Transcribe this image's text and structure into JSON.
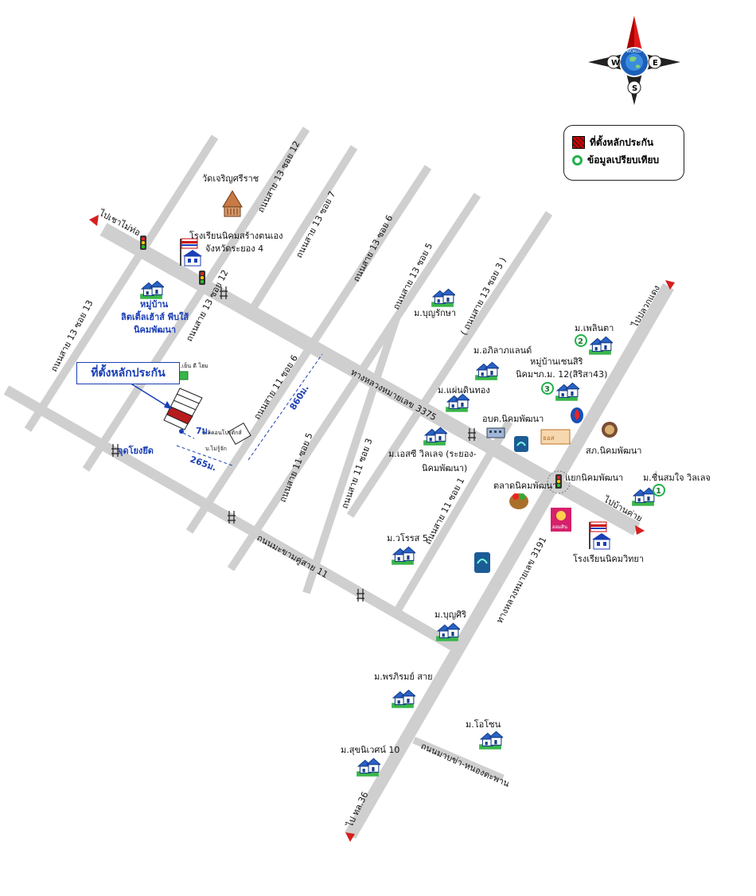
{
  "compass": {
    "n": "",
    "e": "E",
    "s": "S",
    "w": "W",
    "globe_text": "WORLD VALUATION"
  },
  "legend": {
    "subject_label": "ที่ตั้งหลักประกัน",
    "comparable_label": "ข้อมูลเปรียบเทียบ",
    "subject_color": "#cc0000",
    "comparable_color": "#22b24c"
  },
  "subject_box": "ที่ตั้งหลักประกัน",
  "distances": {
    "d1": "7ม.",
    "d2": "265ม.",
    "d3": "860ม."
  },
  "directions": {
    "nw": "ไปเชาไม่ท่อ",
    "ne": "ไปปลวกแดง",
    "e": "ไปบ้านค่าย",
    "s": "ไป ทล.36"
  },
  "roads": {
    "r1": "ถนนสาย 13 ซอย 13",
    "r2": "ถนนสาย 13 ซอย 12",
    "r3": "ถนนสาย 13 ซอย 12",
    "r4": "ถนนสาย 13 ซอย 7",
    "r5": "ถนนสาย 13 ซอย 6",
    "r6": "ถนนสาย 13 ซอย 5",
    "r7": "( ถนนสาย 13 ซอย 3 )",
    "r8": "ทางหลวงหมายเลข 3375",
    "r9": "ถนนสาย 11 ซอย 6",
    "r10": "ถนนสาย 11 ซอย 5",
    "r11": "ถนนสาย 11 ซอย 3",
    "r12": "ถนนสาย 11 ซอย 1",
    "r13": "ถนนมะขามคู่สาย 11",
    "r14": "ทางหลวงหมายเลข 3191",
    "r15": "ถนนมาบข่า-หนองตะพาน"
  },
  "places": {
    "temple": "วัดเจริญศรีราช",
    "school1_a": "โรงเรียนนิคมสร้างตนเอง",
    "school1_b": "จังหวัดระยอง  4",
    "village1_a": "หมู่บ้าน",
    "village1_b": "ลิตเติ้ลเฮ้าส์ พีบใส้",
    "village1_c": "นิคมพัฒนา",
    "boonrak": "ม.บุญรักษา",
    "apilaland": "ม.อภิลาภแลนด์",
    "plearn": "ม.เพลินตา",
    "senasiri_a": "หมู่บ้านเซนสิริ",
    "senasiri_b": "นิคมฯภ.ม. 12(สิริสา43)",
    "paenthong": "ม.แผ่นดินทอง",
    "obt": "อบต.นิคมพัฒนา",
    "s_village_a": "ม.เอสซี วิลเลจ (ระยอง-",
    "s_village_b": "นิคมพัฒนา)",
    "police": "สภ.นิคมพัฒนา",
    "junction": "แยกนิคมพัฒนา",
    "cheunsomjai": "ม.ชื่นสมใจ วิลเลจ",
    "market": "ตลาดนิคมพัฒนา",
    "school2": "โรงเรียนนิคมวิทยา",
    "worarot": "ม.วโรรส 5",
    "boonsiri": "ม.บุญศิริ",
    "pornpirom": "ม.พรภิรมย์ สาย",
    "ocho": "ม.โอโซน",
    "sukniwet": "ม.สุขนิเวศน์ 10",
    "jutyiak": "จุดโยงยึด",
    "mayingkrasae": "ม.เย็น ดี โฮม",
    "bplikonk": "บ.ลิคอนโปรดักส์",
    "bnonsri": "บ.ไม่รู้จัก",
    "savings": "ออมสิน"
  },
  "markers": {
    "m1": "1",
    "m2": "2",
    "m3": "3"
  }
}
